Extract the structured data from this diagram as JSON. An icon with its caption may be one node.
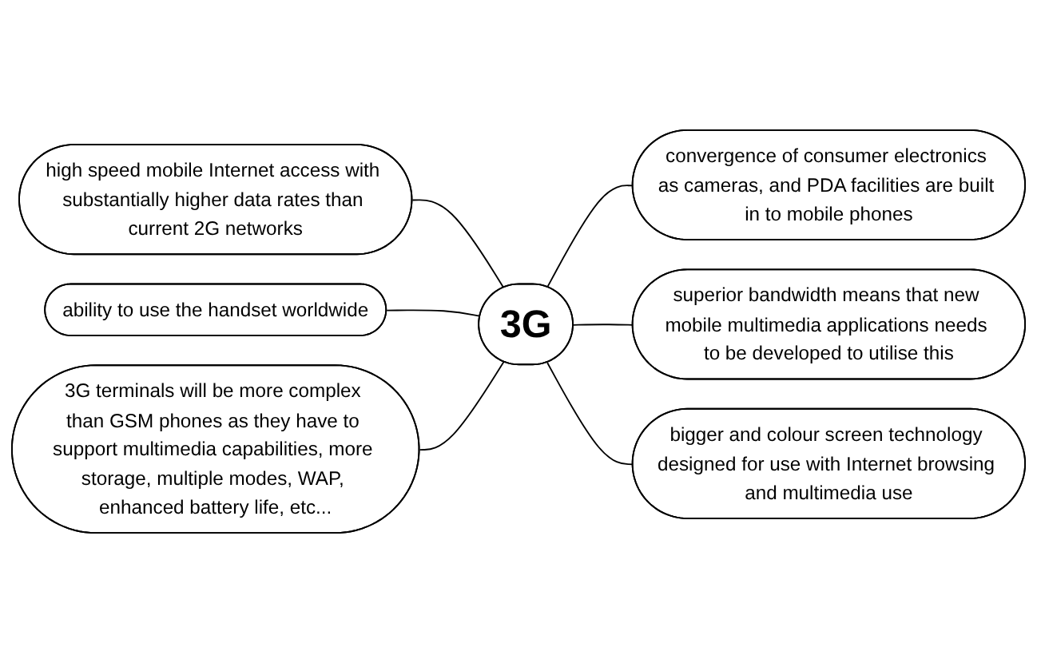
{
  "diagram": {
    "nodes": [
      {
        "text": [
          "high speed mobile Internet access with substantially higher data rates than current 2G networks"
        ]
      },
      {
        "text": [
          "convergence of consumer electronics as cameras, and PDA facilities are built in to mobile phones"
        ]
      },
      {
        "text": [
          "superior bandwidth means that new mobile multimedia applications needs to be developed to utilise this"
        ]
      },
      {
        "text": [
          "ability to use the handset worldwide"
        ]
      },
      {
        "text": [
          "3G"
        ]
      },
      {
        "text": [
          "bigger and colour screen technology designed for use with Internet browsing and multimedia use"
        ]
      },
      {
        "text": [
          "3G terminals will be more complex than GSM phones as they have to support multimedia capabilities, more storage, multiple modes, WAP, enhanced battery life, etc..."
        ]
      }
    ],
    "edges": [
      {
        "from": 0,
        "to": 4,
        "arrow": "none"
      },
      {
        "from": 4,
        "to": 1,
        "arrow": "none"
      },
      {
        "from": 4,
        "to": 2,
        "arrow": "none"
      },
      {
        "from": 3,
        "to": 4,
        "arrow": "none"
      },
      {
        "from": 4,
        "to": 5,
        "arrow": "none"
      },
      {
        "from": 6,
        "to": 4,
        "arrow": "none"
      }
    ]
  }
}
